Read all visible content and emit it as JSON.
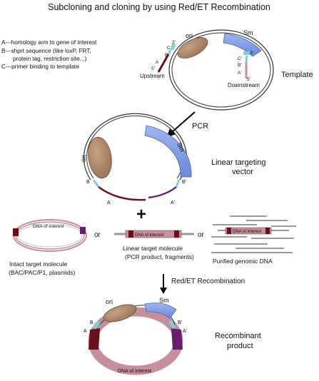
{
  "title": "Subcloning and cloning by using Red/ET Recombination",
  "legend": {
    "a": "A---homology arm to gene of interest",
    "b1": "B---shprt sequence (like loxP, FRT,",
    "b2": "protein tag, restriction site...)",
    "c": "C---primer binding to template"
  },
  "template": {
    "label": "Template",
    "ori": "ori",
    "sm": "Sm",
    "upstream": "Upstream",
    "downstream": "Downstream",
    "l_a": "A",
    "l_b": "B",
    "l_c": "C",
    "l_5": "5'",
    "l_3": "3'",
    "r_a": "A'",
    "r_b": "B'",
    "r_c": "C'",
    "r_5": "5'",
    "r_3": "3'"
  },
  "pcr": {
    "label": "PCR"
  },
  "linear_vector": {
    "label1": "Linear targeting",
    "label2": "vector",
    "ori": "ori",
    "sm": "Sm",
    "b": "B",
    "b2": "B'",
    "a": "A",
    "a2": "A'"
  },
  "plus": "+",
  "targets": {
    "or1": "or",
    "or2": "or",
    "intact_dna": "DNA of interest",
    "intact_1": "Intact target molecule",
    "intact_2": "(BAC/PAC/P1, plasmids)",
    "linear_dna": "DNA of interest",
    "linear_1": "Linear target molecule",
    "linear_2": "(PCR product, fragments)",
    "genomic_dna": "DNA of interest",
    "genomic_1": "Purified genomic DNA"
  },
  "red_et": {
    "label": "Red/ET Recombination"
  },
  "recombinant": {
    "label1": "Recombinant",
    "label2": "product",
    "ori": "ori",
    "sm": "Sm",
    "a": "A",
    "a2": "A'",
    "b": "B",
    "b2": "B'",
    "dna": "DNA of interest"
  },
  "colors": {
    "ori": "#b08a6a",
    "sm": "#7f9ce6",
    "homology": "#6b0f1a",
    "dna": "#c58f9b",
    "short_seq": "#7fd0d6",
    "purple": "#6b1d6b"
  }
}
